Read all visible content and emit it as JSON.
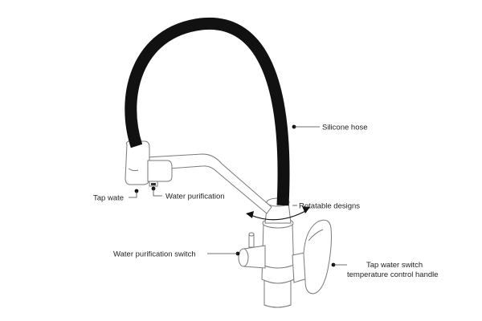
{
  "labels": {
    "silicone_hose": "Silicone hose",
    "tap_water": "Tap wate",
    "water_purification": "Water purification",
    "rotatable_designs": "Rotatable designs",
    "water_purification_switch": "Water purification switch",
    "handle_line1": "Tap water switch",
    "handle_line2": "temperature control handle"
  },
  "colors": {
    "hose": "#111111",
    "outline": "#7a7a7a",
    "text": "#222222"
  }
}
